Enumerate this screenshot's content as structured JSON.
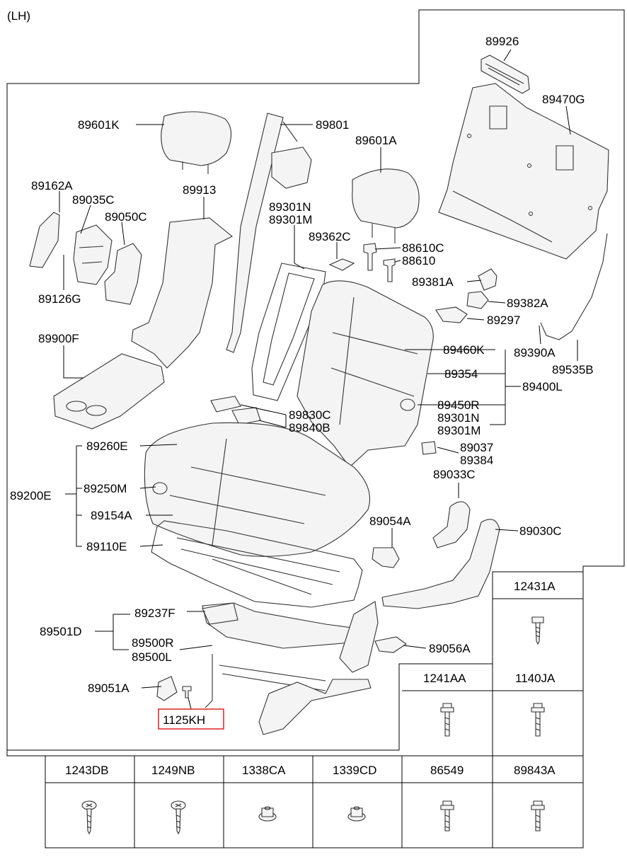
{
  "view": "(LH)",
  "highlight_color": "#e03030",
  "callouts": {
    "p89926": "89926",
    "p89470G": "89470G",
    "p89601K": "89601K",
    "p89801": "89801",
    "p89601A": "89601A",
    "p89162A": "89162A",
    "p89035C": "89035C",
    "p89050C": "89050C",
    "p89913": "89913",
    "p89301N_a": "89301N",
    "p89301M_a": "89301M",
    "p89362C": "89362C",
    "p88610C": "88610C",
    "p88610": "88610",
    "p89381A": "89381A",
    "p89382A": "89382A",
    "p89297": "89297",
    "p89126G": "89126G",
    "p89390A": "89390A",
    "p89535B": "89535B",
    "p89900F": "89900F",
    "p89460K": "89460K",
    "p89354": "89354",
    "p89400L": "89400L",
    "p89450R": "89450R",
    "p89301N_b": "89301N",
    "p89301M_b": "89301M",
    "p89830C": "89830C",
    "p89840B": "89840B",
    "p89260E": "89260E",
    "p89037": "89037",
    "p89384": "89384",
    "p89200E": "89200E",
    "p89250M": "89250M",
    "p89033C": "89033C",
    "p89154A": "89154A",
    "p89054A": "89054A",
    "p89030C": "89030C",
    "p89110E": "89110E",
    "p89237F": "89237F",
    "p89501D": "89501D",
    "p89500R": "89500R",
    "p89500L": "89500L",
    "p89056A": "89056A",
    "p89051A": "89051A",
    "p1125KH": "1125KH"
  },
  "hardware_table": {
    "row1": [
      "12431A"
    ],
    "row2": [
      "1241AA",
      "1140JA"
    ],
    "row3": [
      "1243DB",
      "1249NB",
      "1338CA",
      "1339CD",
      "86549",
      "89843A"
    ]
  },
  "hardware_icons": {
    "12431A": "screw-icon",
    "1241AA": "flange-bolt-icon",
    "1140JA": "flange-bolt-icon",
    "1243DB": "phillips-screw-icon",
    "1249NB": "phillips-screw-icon",
    "1338CA": "flange-nut-icon",
    "1339CD": "flange-nut-icon",
    "86549": "flange-bolt-icon",
    "89843A": "flange-bolt-icon"
  }
}
